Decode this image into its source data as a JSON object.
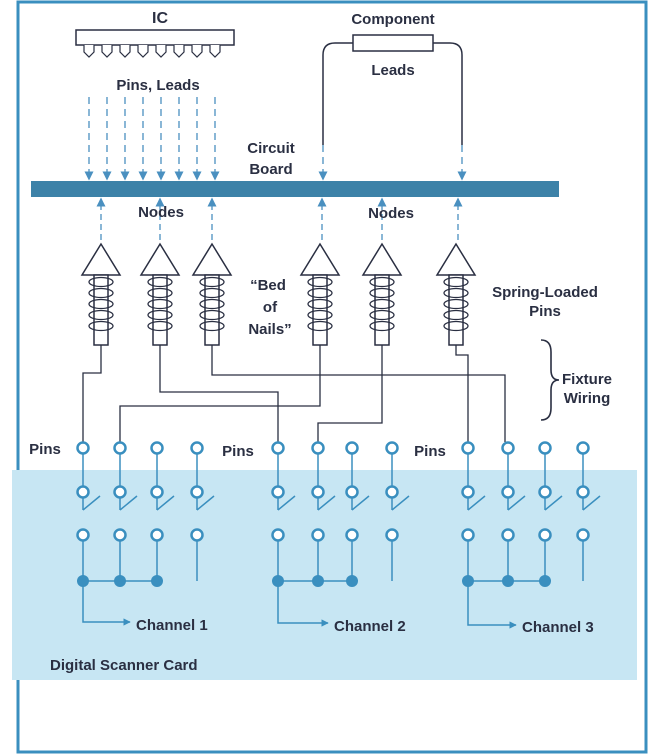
{
  "labels": {
    "ic": "IC",
    "component": "Component",
    "pins_leads": "Pins, Leads",
    "leads": "Leads",
    "circuit": "Circuit",
    "board": "Board",
    "nodes_left": "Nodes",
    "nodes_right": "Nodes",
    "bed_line1": "“Bed",
    "bed_line2": "of",
    "bed_line3": "Nails”",
    "spring_line1": "Spring-Loaded",
    "spring_line2": "Pins",
    "fixture_line1": "Fixture",
    "fixture_line2": "Wiring",
    "pins_1": "Pins",
    "pins_2": "Pins",
    "pins_3": "Pins",
    "channel_1": "Channel 1",
    "channel_2": "Channel 2",
    "channel_3": "Channel 3",
    "card": "Digital Scanner Card"
  },
  "colors": {
    "ink": "#2a2f42",
    "board": "#3d82a8",
    "card_fill": "#c7e6f3",
    "connector": "#3a8fbf",
    "frame": "#3a8fbf",
    "arrow": "#4a90c0"
  }
}
